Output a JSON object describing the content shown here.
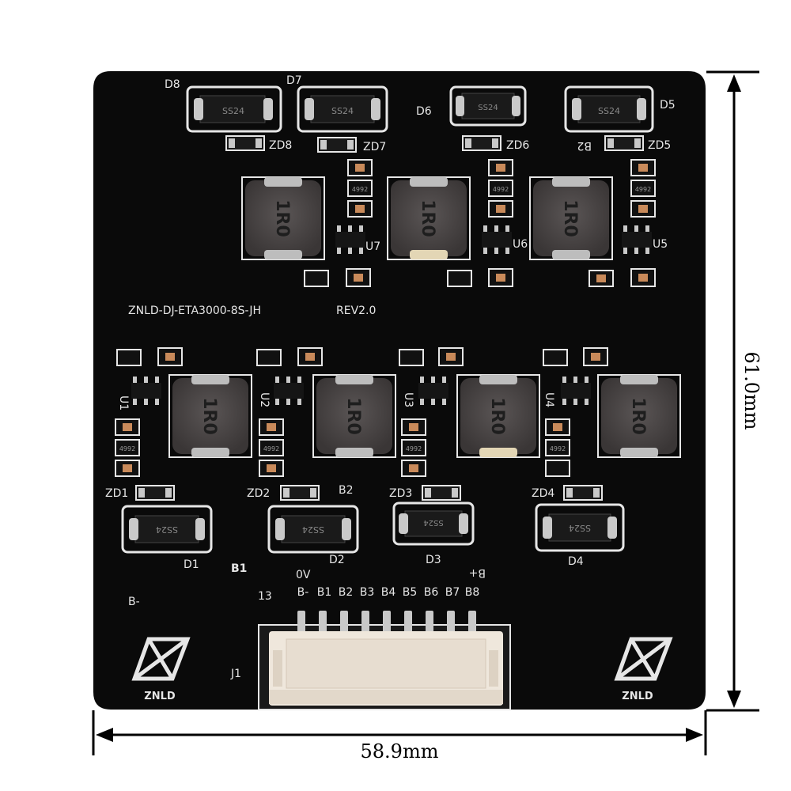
{
  "board": {
    "name": "ZNLD-DJ-ETA3000-8S-JH",
    "revision": "REV2.0",
    "logo_text": "ZNLD",
    "colors": {
      "pcb": "#0a0a0a",
      "silkscreen": "#e6e6e6",
      "inductor": "#4a4646",
      "connector": "#efe7dc",
      "pad": "#c9c9c9"
    }
  },
  "dimensions": {
    "width": "58.9mm",
    "height": "61.0mm"
  },
  "diodes": {
    "top": [
      {
        "ref": "D8",
        "mark": "SS24"
      },
      {
        "ref": "D7",
        "mark": "SS24"
      },
      {
        "ref": "D6",
        "mark": "SS24"
      },
      {
        "ref": "D5",
        "mark": "SS24"
      }
    ],
    "bottom": [
      {
        "ref": "D1",
        "mark": "SS24"
      },
      {
        "ref": "D2",
        "mark": "SS24"
      },
      {
        "ref": "D3",
        "mark": "SS24"
      },
      {
        "ref": "D4",
        "mark": "SS24"
      }
    ]
  },
  "zeners": {
    "top": [
      "ZD8",
      "ZD7",
      "ZD6",
      "ZD5"
    ],
    "bottom": [
      "ZD1",
      "ZD2",
      "ZD3",
      "ZD4"
    ]
  },
  "inductors": {
    "mark": "1R0"
  },
  "ics": {
    "top": [
      "U7",
      "U6",
      "U5"
    ],
    "bottom": [
      "U1",
      "U2",
      "U3",
      "U4"
    ]
  },
  "resistor_mark": "4992",
  "connector": {
    "ref": "J1",
    "pin_count_label": "13",
    "side_label": "0V",
    "pins": [
      "B-",
      "B1",
      "B2",
      "B3",
      "B4",
      "B5",
      "B6",
      "B7",
      "B8"
    ]
  },
  "labels": {
    "b_minus": "B-",
    "b1": "B1",
    "b2": "B2",
    "b_plus": "B+",
    "b2_mirrored": "B2"
  }
}
